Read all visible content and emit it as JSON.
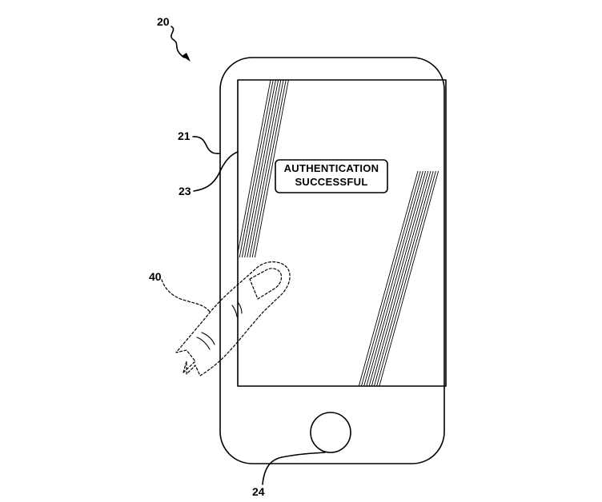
{
  "refs": {
    "device": "20",
    "housing": "21",
    "display": "23",
    "button": "24",
    "finger": "40"
  },
  "screen": {
    "message_line1": "AUTHENTICATION",
    "message_line2": "SUCCESSFUL"
  }
}
